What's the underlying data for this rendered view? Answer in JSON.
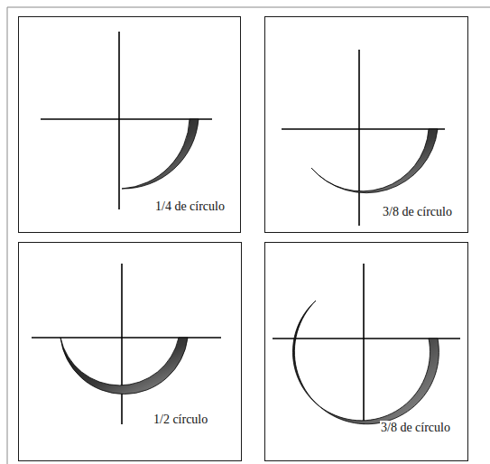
{
  "diagram": {
    "nodes": [
      {
        "text": [
          "1/4 de círculo"
        ]
      },
      {
        "text": [
          "3/8 de círculo"
        ]
      },
      {
        "text": [
          "1/2 círculo"
        ]
      },
      {
        "text": [
          "3/8 de círculo"
        ]
      }
    ]
  }
}
